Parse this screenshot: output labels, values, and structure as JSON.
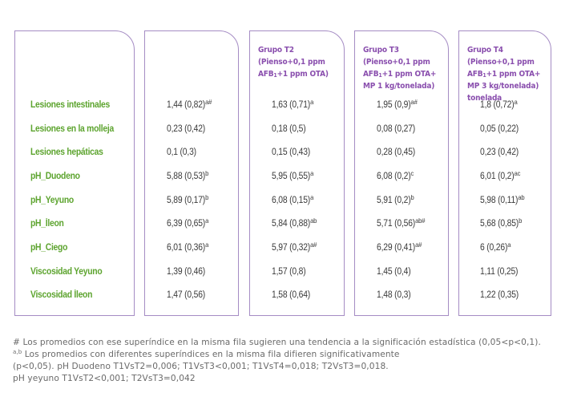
{
  "headers": {
    "t2": "Grupo T2 (Pienso+0,1 ppm AFB",
    "t2_sub": "1",
    "t2_rest": "+1 ppm OTA)",
    "t3": "Grupo T3 (Pienso+0,1 ppm AFB",
    "t3_sub": "1",
    "t3_rest": "+1 ppm OTA+ MP 1 kg/tonelada)",
    "t4": "Grupo T4 (Pienso+0,1 ppm AFB",
    "t4_sub": "1",
    "t4_rest": "+1 ppm OTA+ MP 3 kg/tonelada) tonelada"
  },
  "rows": [
    {
      "label": "Lesiones intestinales",
      "c1": {
        "v": "1,44 (0,82)",
        "s": "a#"
      },
      "c2": {
        "v": "1,63 (0,71)",
        "s": "a"
      },
      "c3": {
        "v": "1,95 (0,9)",
        "s": "a#"
      },
      "c4": {
        "v": "1,8 (0,72)",
        "s": "a"
      }
    },
    {
      "label": "Lesiones en la molleja",
      "c1": {
        "v": "0,23 (0,42)",
        "s": ""
      },
      "c2": {
        "v": "0,18 (0,5)",
        "s": ""
      },
      "c3": {
        "v": "0,08 (0,27)",
        "s": ""
      },
      "c4": {
        "v": "0,05 (0,22)",
        "s": ""
      }
    },
    {
      "label": "Lesiones hepáticas",
      "c1": {
        "v": "0,1 (0,3)",
        "s": ""
      },
      "c2": {
        "v": "0,15 (0,43)",
        "s": ""
      },
      "c3": {
        "v": "0,28 (0,45)",
        "s": ""
      },
      "c4": {
        "v": "0,23 (0,42)",
        "s": ""
      }
    },
    {
      "label": "pH_Duodeno",
      "c1": {
        "v": "5,88 (0,53)",
        "s": "b"
      },
      "c2": {
        "v": "5,95 (0,55)",
        "s": "a"
      },
      "c3": {
        "v": "6,08 (0,2)",
        "s": "c"
      },
      "c4": {
        "v": "6,01 (0,2)",
        "s": "ac"
      }
    },
    {
      "label": "pH_Yeyuno",
      "c1": {
        "v": "5,89 (0,17)",
        "s": "b"
      },
      "c2": {
        "v": "6,08 (0,15)",
        "s": "a"
      },
      "c3": {
        "v": "5,91 (0,2)",
        "s": "b"
      },
      "c4": {
        "v": "5,98 (0,11)",
        "s": "ab"
      }
    },
    {
      "label": "pH_Íleon",
      "c1": {
        "v": "6,39 (0,65)",
        "s": "a"
      },
      "c2": {
        "v": "5,84 (0,88)",
        "s": "ab"
      },
      "c3": {
        "v": "5,71 (0,56)",
        "s": "ab#"
      },
      "c4": {
        "v": "5,68 (0,85)",
        "s": "b"
      }
    },
    {
      "label": "pH_Ciego",
      "c1": {
        "v": "6,01 (0,36)",
        "s": "a"
      },
      "c2": {
        "v": "5,97 (0,32)",
        "s": "a#"
      },
      "c3": {
        "v": "6,29 (0,41)",
        "s": "a#"
      },
      "c4": {
        "v": "6 (0,26)",
        "s": "a"
      }
    },
    {
      "label": "Viscosidad Yeyuno",
      "c1": {
        "v": "1,39 (0,46)",
        "s": ""
      },
      "c2": {
        "v": "1,57 (0,8)",
        "s": ""
      },
      "c3": {
        "v": "1,45 (0,4)",
        "s": ""
      },
      "c4": {
        "v": "1,11 (0,25)",
        "s": ""
      }
    },
    {
      "label": "Viscosidad Íleon",
      "c1": {
        "v": "1,47 (0,56)",
        "s": ""
      },
      "c2": {
        "v": "1,58 (0,64)",
        "s": ""
      },
      "c3": {
        "v": "1,48 (0,3)",
        "s": ""
      },
      "c4": {
        "v": "1,22 (0,35)",
        "s": ""
      }
    }
  ],
  "footnotes": {
    "line1": "# Los promedios con ese superíndice en la misma fila sugieren una tendencia a la significación estadística (0,05<p<0,1).",
    "line2_sup": "a,b",
    "line2": " Los promedios con diferentes superíndices en la misma fila difieren significativamente",
    "line3": "(p<0,05). pH Duodeno T1VsT2=0,006; T1VsT3<0,001; T1VsT4=0,018; T2VsT3=0,018.",
    "line4": "pH yeyuno T1VsT2<0,001; T2VsT3=0,042"
  }
}
